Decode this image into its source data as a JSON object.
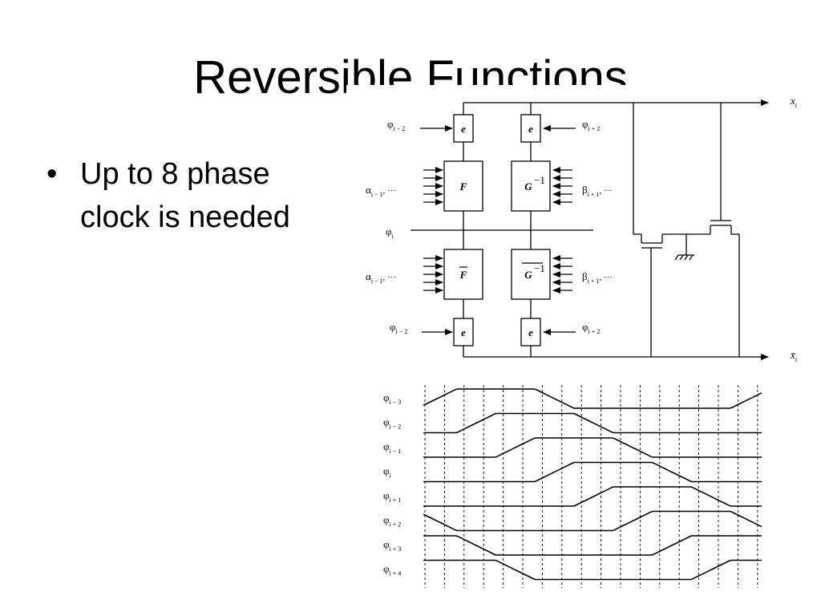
{
  "slide": {
    "title": "Reversible Functions",
    "bullets": [
      {
        "text": "Up to 8 phase clock is needed"
      }
    ]
  },
  "circuit": {
    "blocks": {
      "e": "e",
      "F": "F",
      "Fbar": "F",
      "Ginv": "G",
      "Ginv_sup": "−1",
      "Ginvbar": "G",
      "Ginvbar_sup": "−1"
    },
    "outputs": {
      "x": "x",
      "x_sub": "i",
      "xbar": "x̄",
      "xbar_sub": "i"
    },
    "phase_labels": [
      {
        "sym": "φ",
        "sub": "i − 2"
      },
      {
        "sym": "φ",
        "sub": "i + 2"
      },
      {
        "sym": "φ",
        "sub": "i"
      },
      {
        "sym": "φ",
        "sub": "i − 2"
      },
      {
        "sym": "φ",
        "sub": "i + 2"
      }
    ],
    "input_labels": [
      {
        "sym": "α",
        "sub": "i − 1",
        "tail": ", ···"
      },
      {
        "sym": "β",
        "sub": "i + 1",
        "tail": ", ···"
      },
      {
        "sym": "α",
        "sub": "i − 1",
        "tail": ", ···"
      },
      {
        "sym": "β",
        "sub": "i + 1",
        "tail": ", ···"
      }
    ]
  },
  "timing": {
    "signals": [
      {
        "sym": "φ",
        "sub": "i − 3"
      },
      {
        "sym": "φ",
        "sub": "i − 2"
      },
      {
        "sym": "φ",
        "sub": "i − 1"
      },
      {
        "sym": "φ",
        "sub": "i"
      },
      {
        "sym": "φ",
        "sub": "i + 1"
      },
      {
        "sym": "φ",
        "sub": "i + 2"
      },
      {
        "sym": "φ",
        "sub": "i + 3"
      },
      {
        "sym": "φ",
        "sub": "i + 4"
      }
    ]
  }
}
